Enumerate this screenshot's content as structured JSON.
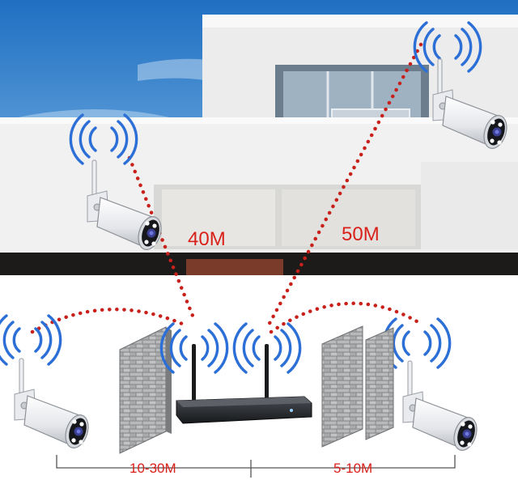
{
  "labels": {
    "cam1_distance": "40M",
    "cam2_distance": "50M",
    "left_range": "10-30M",
    "right_range": "5-10M"
  },
  "colors": {
    "link_dots": "#c8201a",
    "label_red": "#d9211a",
    "signal_waves": "#2c6fd6",
    "sky_top": "#1f6fc2",
    "sky_bottom": "#8fc3ea"
  },
  "icons": [
    "wifi-signal-icon",
    "security-camera-icon",
    "nvr-recorder-icon",
    "brick-wall-icon"
  ]
}
